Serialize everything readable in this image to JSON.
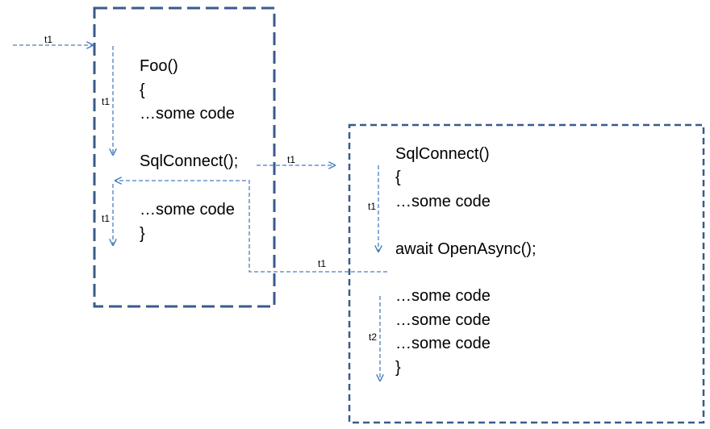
{
  "foo_box": {
    "lines": [
      "Foo()",
      "{",
      "…some code",
      "SqlConnect();",
      "…some code",
      "}"
    ]
  },
  "sql_box": {
    "lines": [
      "SqlConnect()",
      "{",
      "…some code",
      "await OpenAsync();",
      "…some code",
      "…some code",
      "…some code",
      "}"
    ]
  },
  "thread_labels": {
    "entry": "t1",
    "foo_down": "t1",
    "call": "t1",
    "foo_resume": "t1",
    "sql_down": "t1",
    "return": "t1",
    "continuation": "t2"
  },
  "colors": {
    "box_border": "#3a5a8c",
    "arrow": "#4a7ebf"
  }
}
